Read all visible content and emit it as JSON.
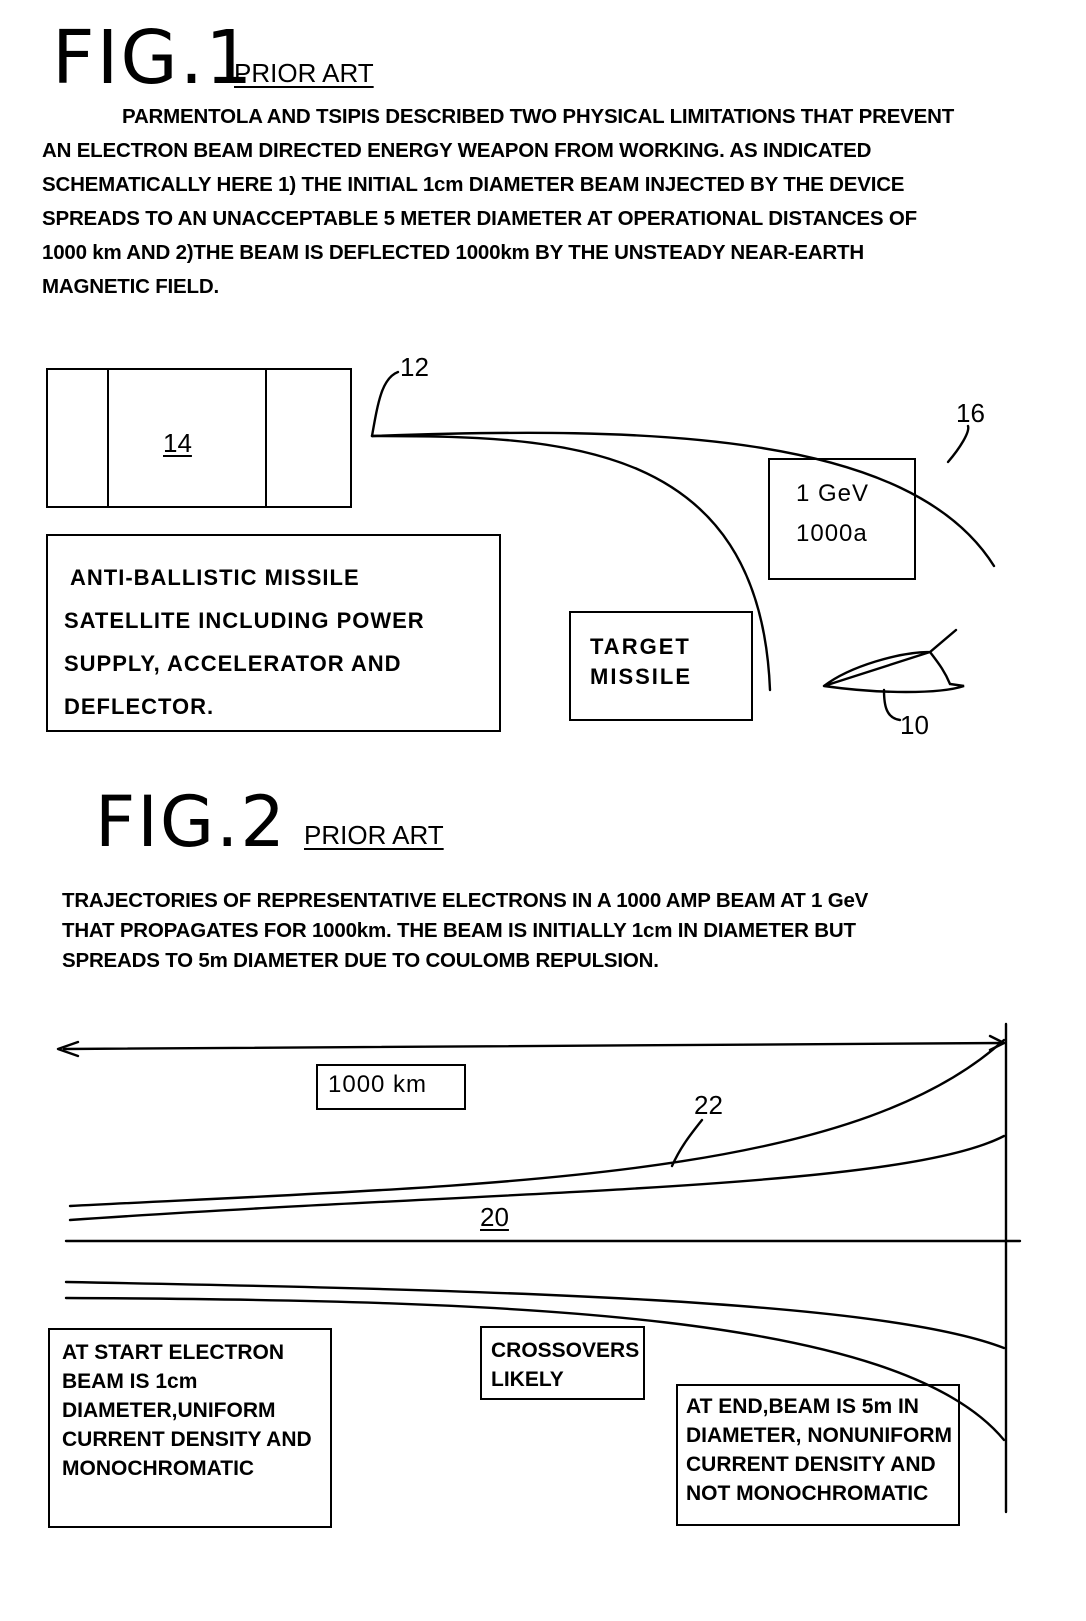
{
  "fig1": {
    "number_label": "FIG.1",
    "prior_art": "PRIOR ART",
    "description_lines": [
      "PARMENTOLA AND TSIPIS DESCRIBED TWO PHYSICAL LIMITATIONS THAT PREVENT",
      "AN ELECTRON BEAM DIRECTED ENERGY WEAPON FROM WORKING. AS INDICATED",
      "SCHEMATICALLY HERE 1) THE INITIAL 1cm DIAMETER BEAM INJECTED BY THE DEVICE",
      "SPREADS TO AN UNACCEPTABLE 5 METER DIAMETER AT OPERATIONAL DISTANCES OF",
      "1000 km AND 2)THE BEAM IS DEFLECTED 1000km BY THE UNSTEADY NEAR-EARTH",
      "MAGNETIC FIELD."
    ],
    "ref_satellite": "14",
    "ref_beam_start": "12",
    "ref_beam": "16",
    "ref_missile": "10",
    "satellite_label_lines": [
      "ANTI-BALLISTIC MISSILE",
      "SATELLITE INCLUDING POWER",
      "SUPPLY, ACCELERATOR AND",
      "DEFLECTOR."
    ],
    "target_label_lines": [
      "TARGET",
      "MISSILE"
    ],
    "energy_label_lines": [
      "1 GeV",
      "1000a"
    ]
  },
  "fig2": {
    "number_label": "FIG.2",
    "prior_art": "PRIOR ART",
    "description_lines": [
      "TRAJECTORIES OF REPRESENTATIVE ELECTRONS IN A 1000 AMP BEAM AT 1 GeV",
      "THAT PROPAGATES FOR 1000km. THE BEAM IS INITIALLY 1cm IN DIAMETER BUT",
      "SPREADS TO 5m DIAMETER DUE TO COULOMB REPULSION."
    ],
    "distance_label": "1000 km",
    "ref_outer": "22",
    "ref_inner": "20",
    "start_label_lines": [
      "AT START ELECTRON",
      "BEAM IS 1cm",
      "DIAMETER,UNIFORM",
      "CURRENT DENSITY AND",
      "MONOCHROMATIC"
    ],
    "crossover_label_lines": [
      "CROSSOVERS",
      "LIKELY"
    ],
    "end_label_lines": [
      "AT END,BEAM IS 5m IN",
      "DIAMETER, NONUNIFORM",
      "CURRENT DENSITY AND",
      "NOT MONOCHROMATIC"
    ]
  }
}
